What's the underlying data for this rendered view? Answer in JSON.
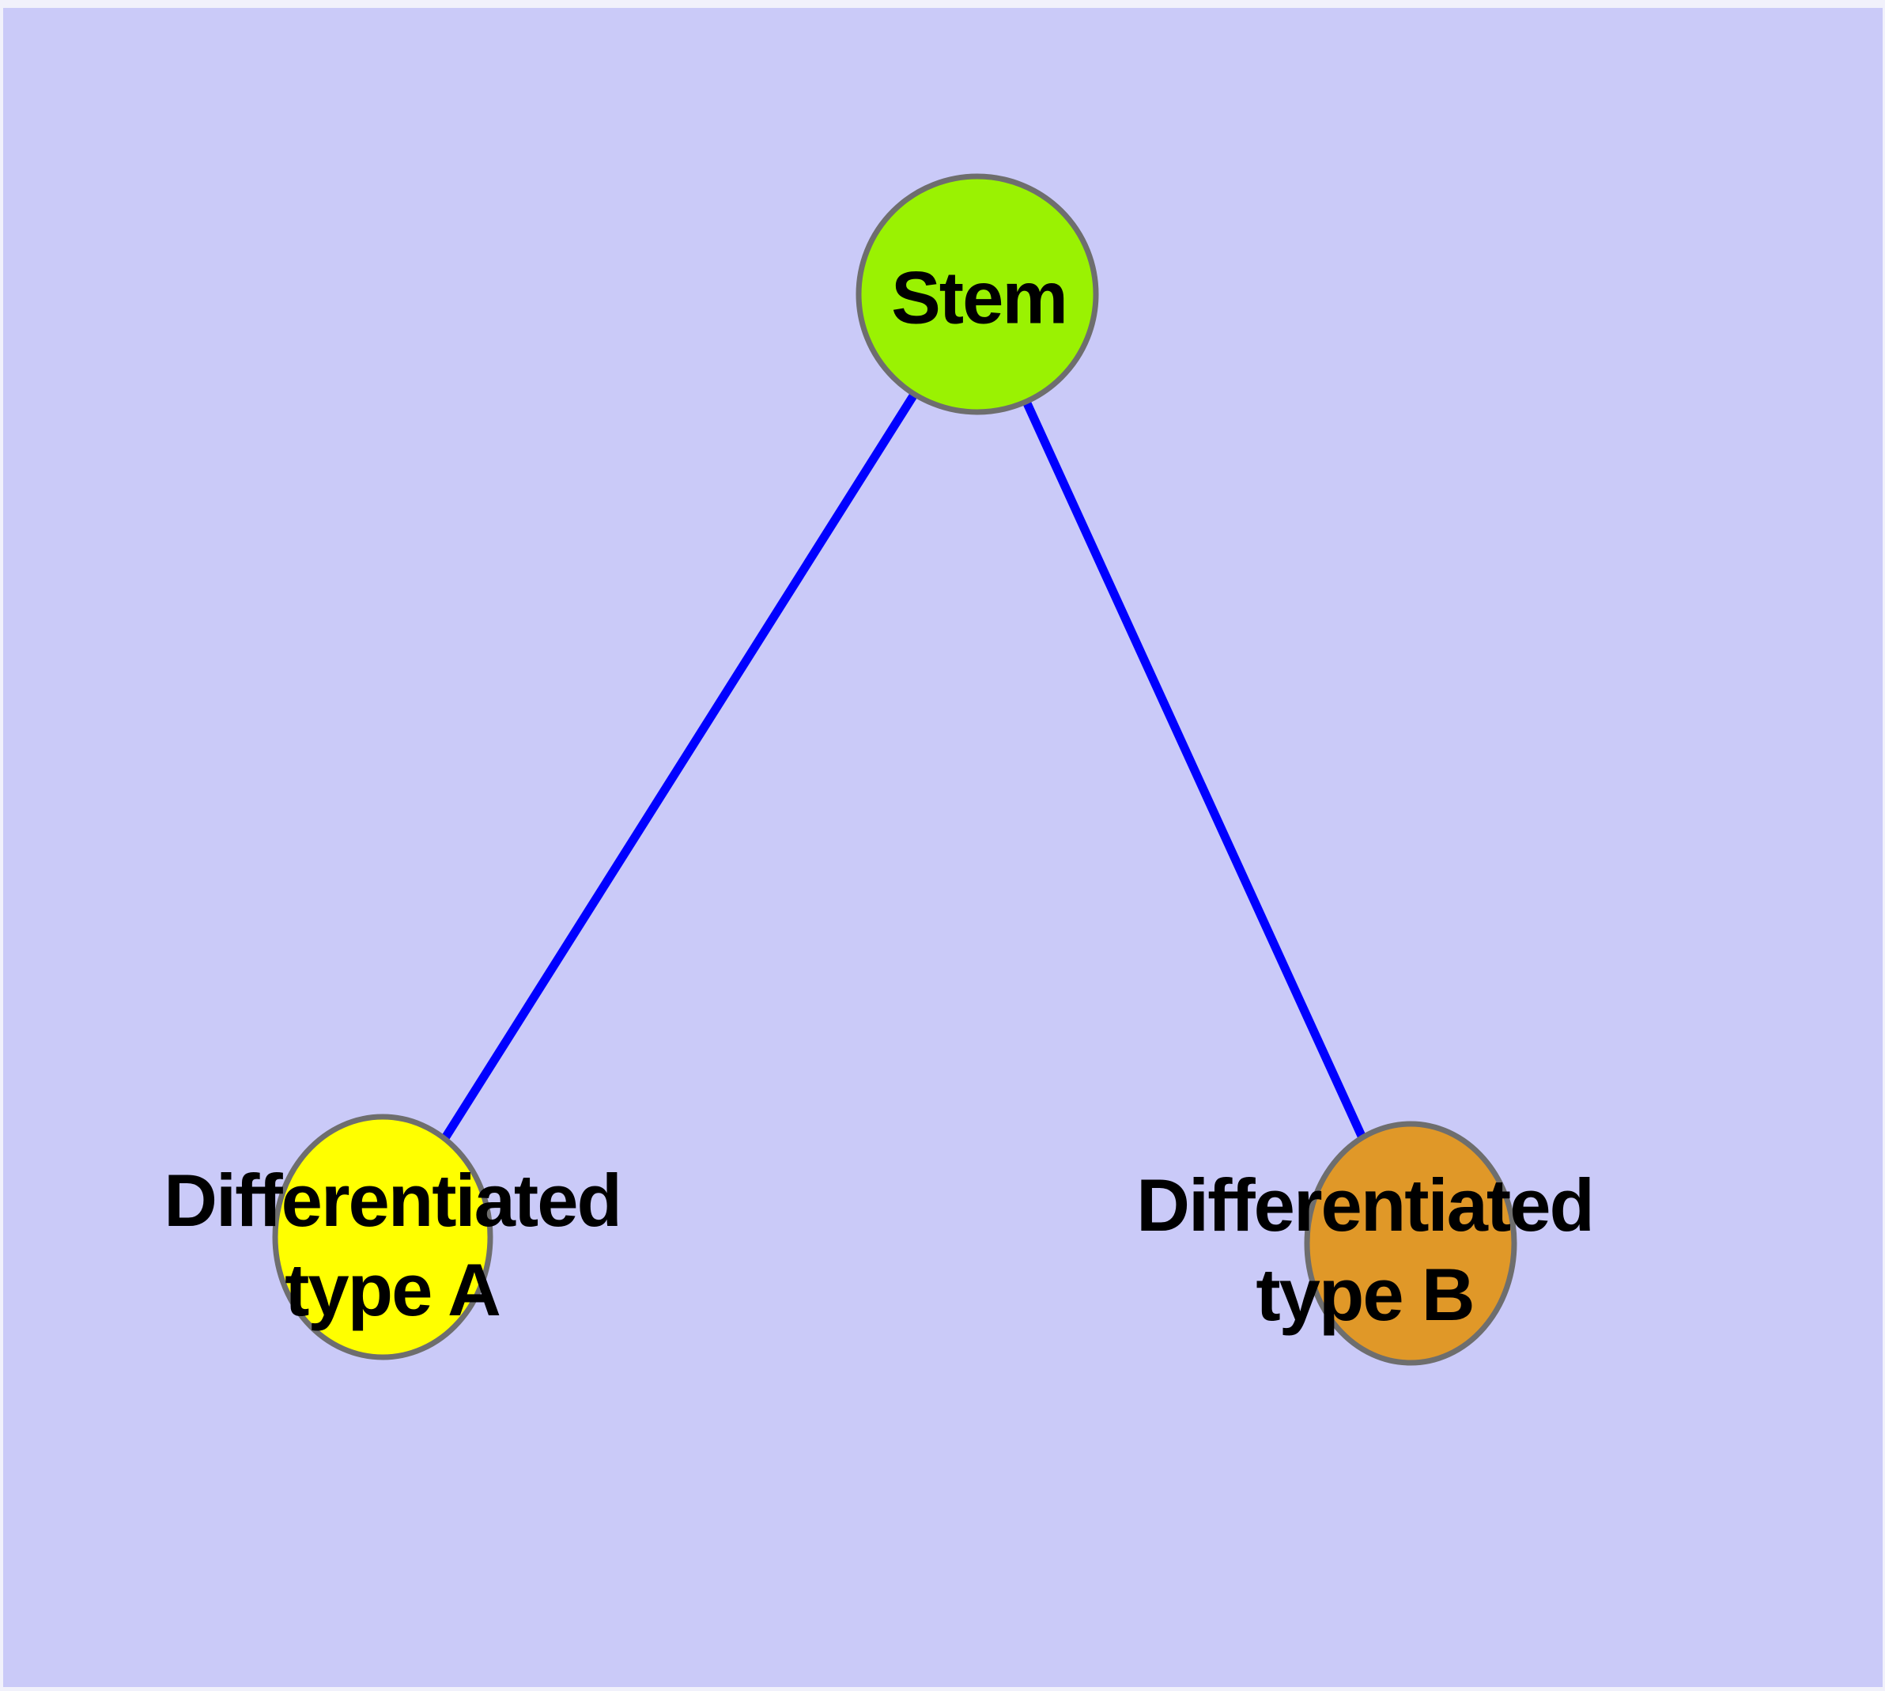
{
  "diagram": {
    "background_color": "#CACAF8",
    "margin_color": "#F1F1FB",
    "edge_color": "#0000FF",
    "node_border_color": "#6E6E6E",
    "label_color": "#000000",
    "nodes": [
      {
        "id": "stem",
        "label": "Stem",
        "fill": "#9AF202"
      },
      {
        "id": "differentiated-type-a",
        "label": "Differentiated type A",
        "label_line1": "Differentiated",
        "label_line2": "type A",
        "fill": "#FFFF00"
      },
      {
        "id": "differentiated-type-b",
        "label": "Differentiated type B",
        "label_line1": "Differentiated",
        "label_line2": "type B",
        "fill": "#E09828"
      }
    ],
    "edges": [
      {
        "from": "Stem",
        "to": "Differentiated type A"
      },
      {
        "from": "Stem",
        "to": "Differentiated type B"
      }
    ]
  }
}
